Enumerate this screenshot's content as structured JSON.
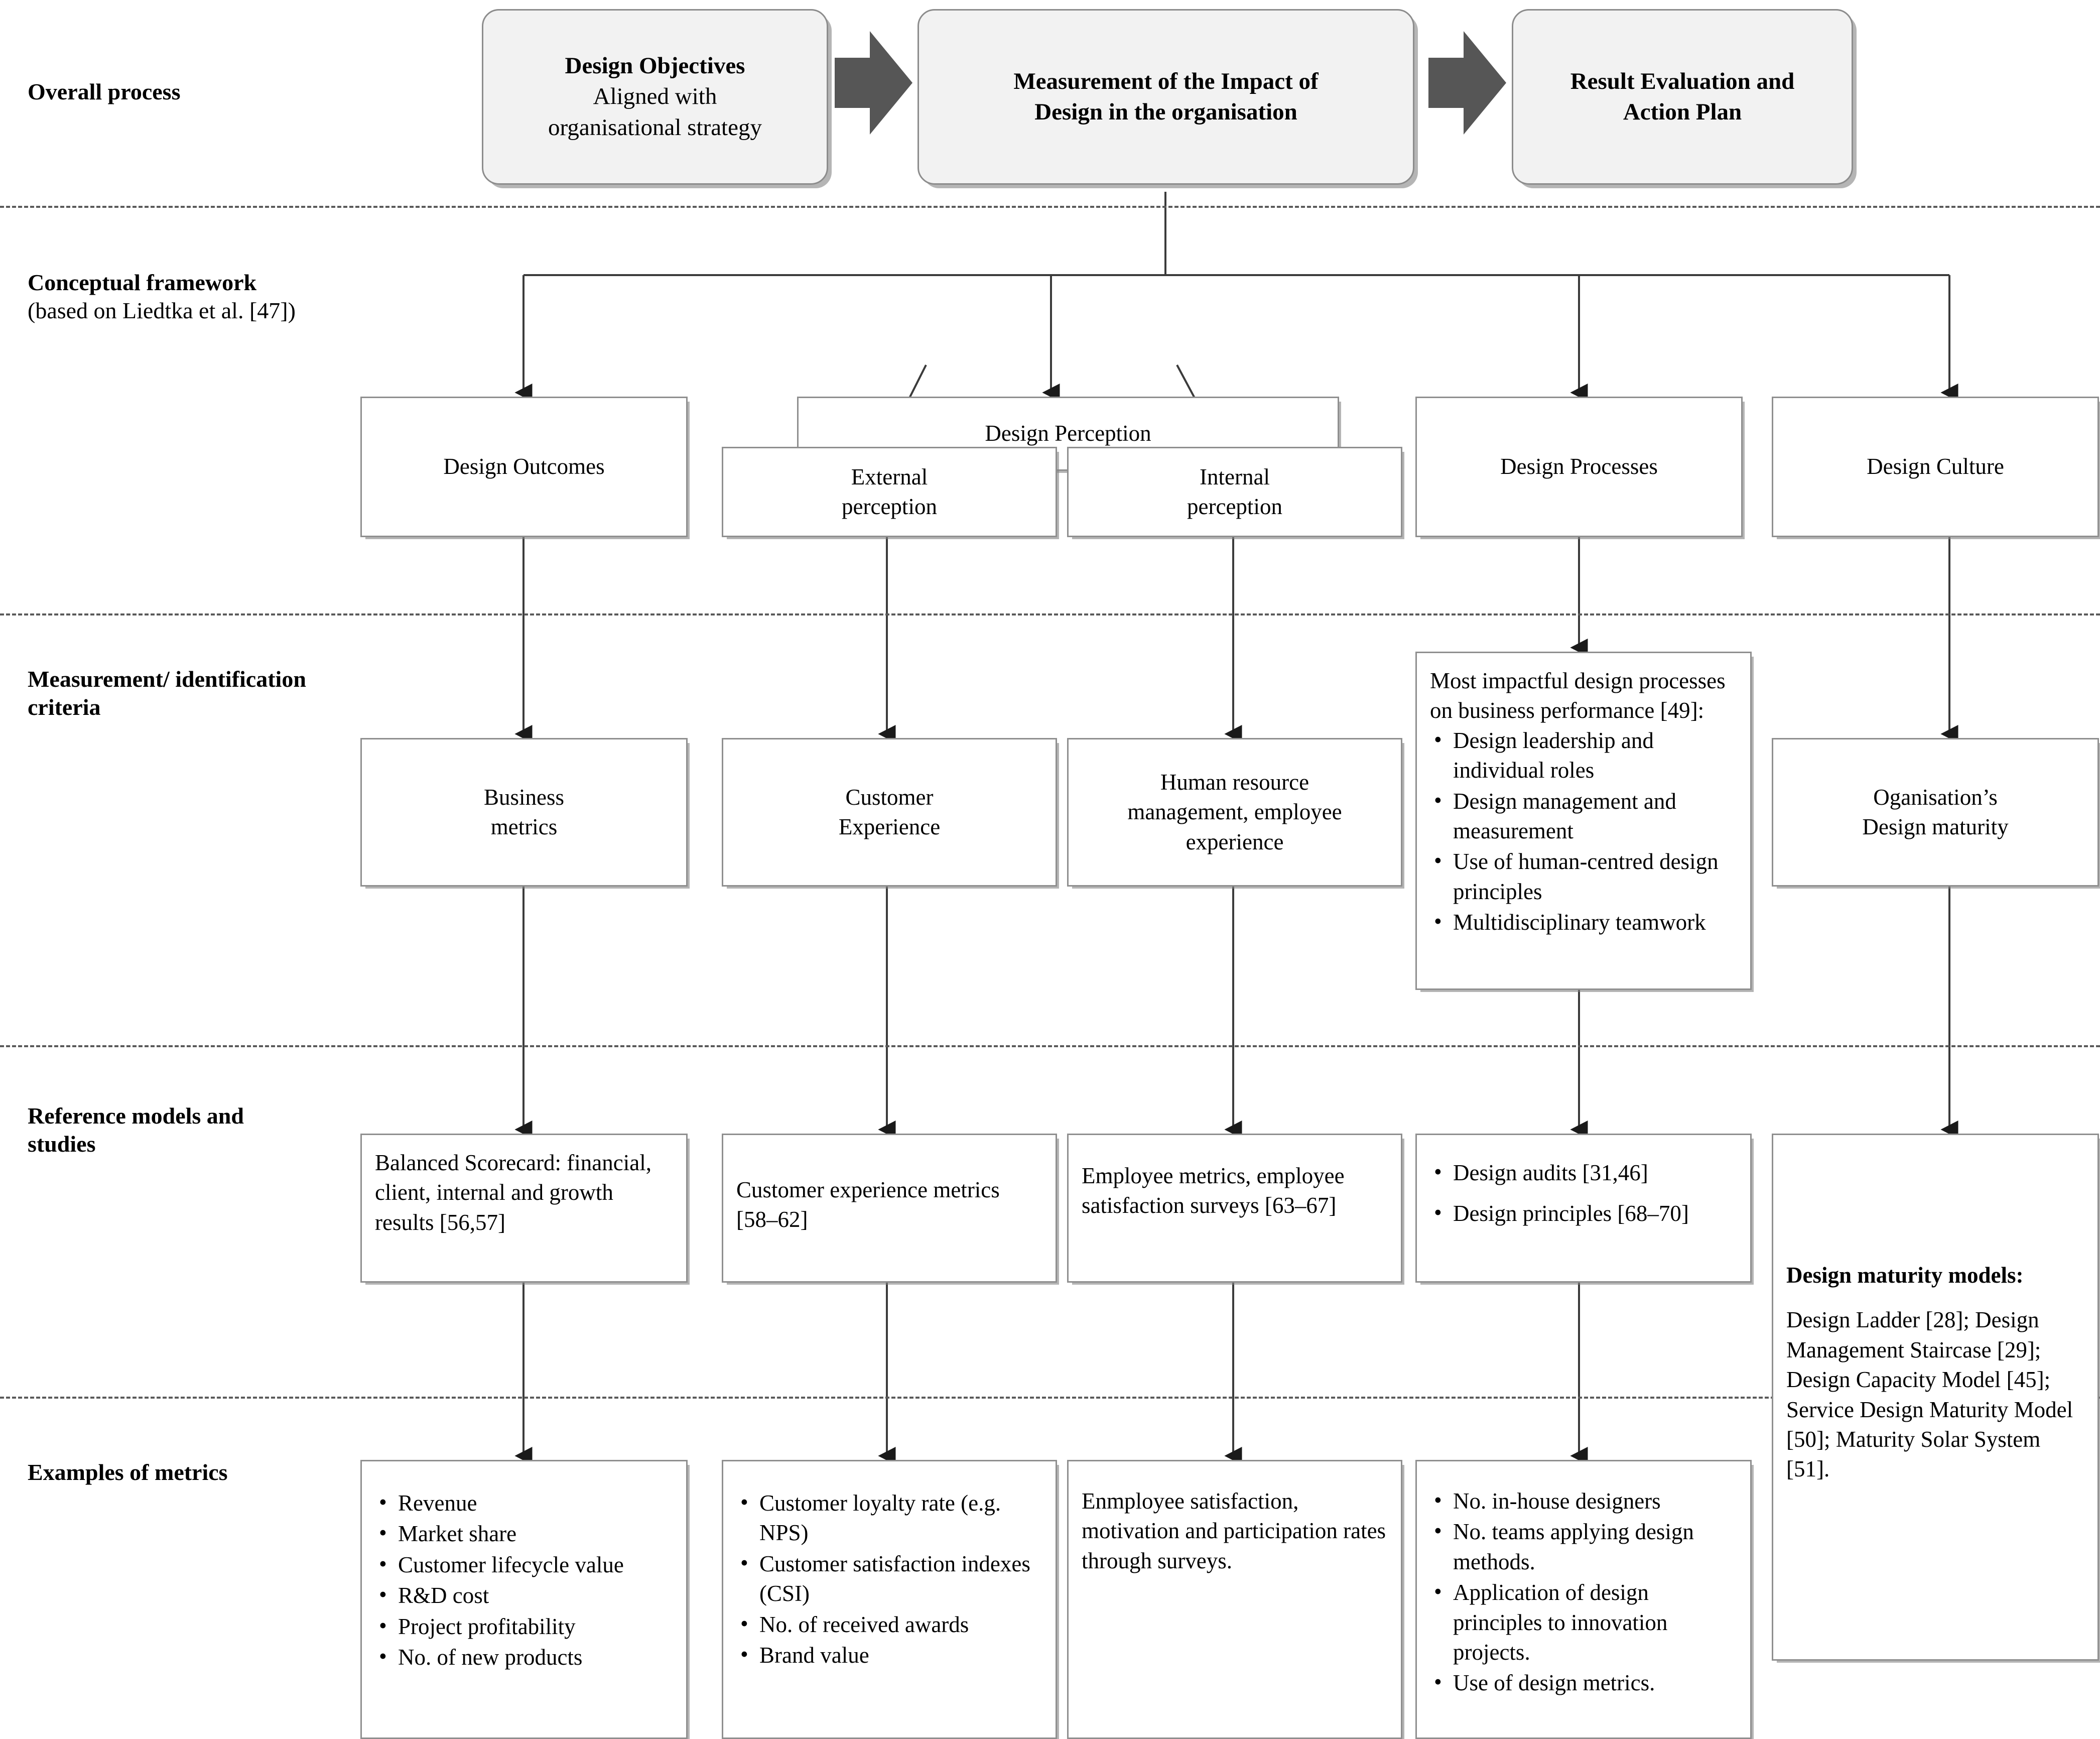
{
  "row_labels": {
    "overall": "Overall process",
    "framework_bold": "Conceptual framework",
    "framework_rest": "(based on Liedtka et al. [47])",
    "measurement": "Measurement/ identification criteria",
    "reference": "Reference models and studies",
    "examples": "Examples of metrics"
  },
  "overall_process": {
    "step1_title": "Design Objectives",
    "step1_sub1": "Aligned with",
    "step1_sub2": "organisational strategy",
    "step2_line1": "Measurement of the Impact of",
    "step2_line2": "Design in the organisation",
    "step3_line1": "Result Evaluation and",
    "step3_line2": "Action Plan",
    "arrow_icon": "right-arrow-icon"
  },
  "framework": {
    "design_outcomes": "Design Outcomes",
    "design_perception": "Design Perception",
    "external_perception_l1": "External",
    "external_perception_l2": "perception",
    "internal_perception_l1": "Internal",
    "internal_perception_l2": "perception",
    "design_processes": "Design Processes",
    "design_culture": "Design Culture"
  },
  "criteria": {
    "business_l1": "Business",
    "business_l2": "metrics",
    "customer_l1": "Customer",
    "customer_l2": "Experience",
    "hr_l1": "Human resource",
    "hr_l2": "management, employee",
    "hr_l3": "experience",
    "processes_intro": "Most impactful design processes on business performance [49]:",
    "processes_bullets": [
      "Design leadership and individual roles",
      "Design management and measurement",
      "Use of human-centred design principles",
      "Multidisciplinary teamwork"
    ],
    "maturity_l1": "Oganisation’s",
    "maturity_l2": "Design maturity"
  },
  "reference": {
    "balanced_scorecard": "Balanced Scorecard: financial, client, internal and growth results [56,57]",
    "customer_experience": "Customer experience metrics [58–62]",
    "employee_metrics": "Employee metrics, employee satisfaction surveys [63–67]",
    "design_bullets": [
      "Design audits [31,46]",
      "Design principles [68–70]"
    ],
    "maturity_heading": "Design maturity models:",
    "maturity_body": "Design Ladder [28]; Design Management Staircase [29]; Design Capacity Model [45]; Service Design Maturity Model [50]; Maturity Solar System [51]."
  },
  "examples": {
    "business": [
      "Revenue",
      "Market share",
      "Customer lifecycle value",
      "R&D cost",
      "Project profitability",
      "No. of new products"
    ],
    "customer": [
      "Customer loyalty rate (e.g. NPS)",
      "Customer satisfaction indexes (CSI)",
      "No. of received awards",
      "Brand value"
    ],
    "employee": "Enmployee satisfaction, motivation and participation rates through surveys.",
    "processes": [
      "No. in-house designers",
      "No. teams applying design methods.",
      "Application of design principles to innovation projects.",
      "Use of design metrics."
    ]
  },
  "colors": {
    "rounded_fill": "#f2f2f2",
    "border": "#8f8f8f",
    "arrow_fill": "#565656",
    "line": "#3b3b3b",
    "dash": "#5a5a5a"
  }
}
